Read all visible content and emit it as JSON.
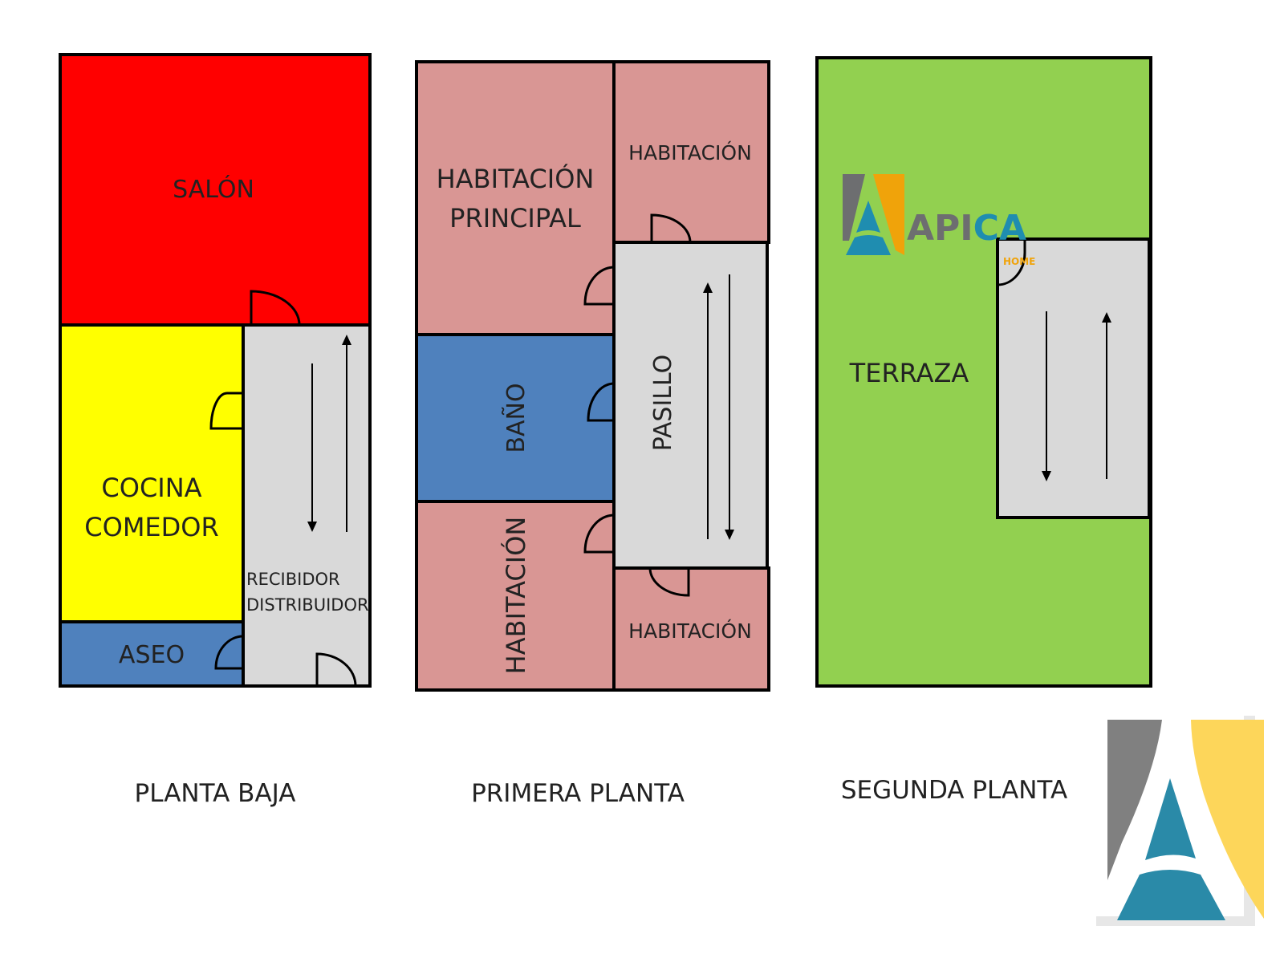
{
  "colors": {
    "salon": "#ff0000",
    "cocina": "#ffff00",
    "bano": "#4f81bd",
    "pasillo": "#d9d9d9",
    "habitacion": "#d99694",
    "terraza": "#92d050",
    "logo_gray": "#6d6e70",
    "logo_orange": "#f0a30a",
    "logo_blue": "#1f8db0",
    "logo_yellow": "#fdd65a"
  },
  "planta_baja": {
    "title": "PLANTA BAJA",
    "salon": "SALÓN",
    "cocina_1": "COCINA",
    "cocina_2": "COMEDOR",
    "aseo": "ASEO",
    "recibidor_1": "RECIBIDOR",
    "recibidor_2": "DISTRIBUIDOR"
  },
  "primera_planta": {
    "title": "PRIMERA PLANTA",
    "principal_1": "HABITACIÓN",
    "principal_2": "PRINCIPAL",
    "habitacion_top": "HABITACIÓN",
    "bano": "BAÑO",
    "pasillo": "PASILLO",
    "habitacion_left": "HABITACIÓN",
    "habitacion_bottom": "HABITACIÓN"
  },
  "segunda_planta": {
    "title": "SEGUNDA PLANTA",
    "terraza": "TERRAZA"
  },
  "logo": {
    "name": "APICA",
    "sub": "HOME"
  }
}
